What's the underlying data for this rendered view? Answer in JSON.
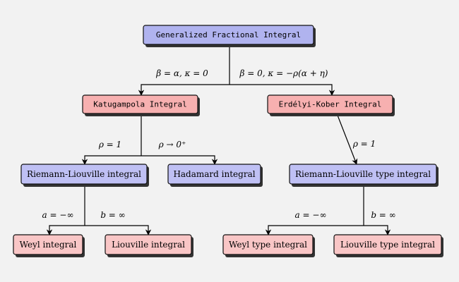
{
  "nodes": {
    "root": {
      "text": "Generalized Fractional Integral",
      "color": "#b0b3ef"
    },
    "katugampola": {
      "text": "Katugampola Integral",
      "color": "#f7b0b0"
    },
    "erdelyi": {
      "text": "Erdélyi-Kober Integral",
      "color": "#f7b0b0"
    },
    "riemann_liouville": {
      "text": "Riemann-Liouville integral",
      "color": "#bfc0f4"
    },
    "hadamard": {
      "text": "Hadamard integral",
      "color": "#bfc0f4"
    },
    "riemann_liouville_type": {
      "text": "Riemann-Liouville type integral",
      "color": "#bfc0f4"
    },
    "weyl": {
      "text": "Weyl integral",
      "color": "#f9c6c6"
    },
    "liouville": {
      "text": "Liouville integral",
      "color": "#f9c6c6"
    },
    "weyl_type": {
      "text": "Weyl type integral",
      "color": "#f9c6c6"
    },
    "liouville_type": {
      "text": "Liouville type integral",
      "color": "#f9c6c6"
    }
  },
  "edge_labels": {
    "root_left": "β = α,  κ = 0",
    "root_right": "β = 0,  κ = −ρ(α + η)",
    "katu_left": "ρ = 1",
    "katu_right": "ρ → 0⁺",
    "erdelyi_down": "ρ = 1",
    "rl_left": "a = −∞",
    "rl_right": "b = ∞",
    "rlt_left": "a = −∞",
    "rlt_right": "b = ∞"
  }
}
